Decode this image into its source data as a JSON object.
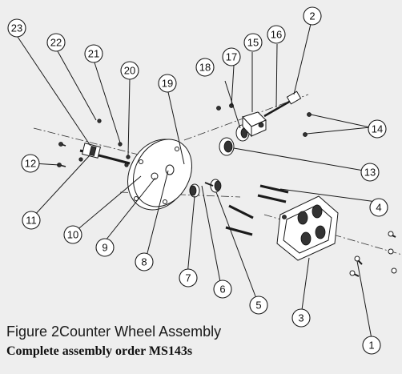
{
  "figure": {
    "label": "Figure 2",
    "title": "Counter Wheel Assembly",
    "subtitle": "Complete assembly order MS143s"
  },
  "callouts": [
    "1",
    "2",
    "3",
    "4",
    "5",
    "6",
    "7",
    "8",
    "9",
    "10",
    "11",
    "12",
    "13",
    "14",
    "15",
    "16",
    "17",
    "18",
    "19",
    "20",
    "21",
    "22",
    "23"
  ],
  "colors": {
    "background": "#eeeeee",
    "line": "#1a1a1a"
  }
}
